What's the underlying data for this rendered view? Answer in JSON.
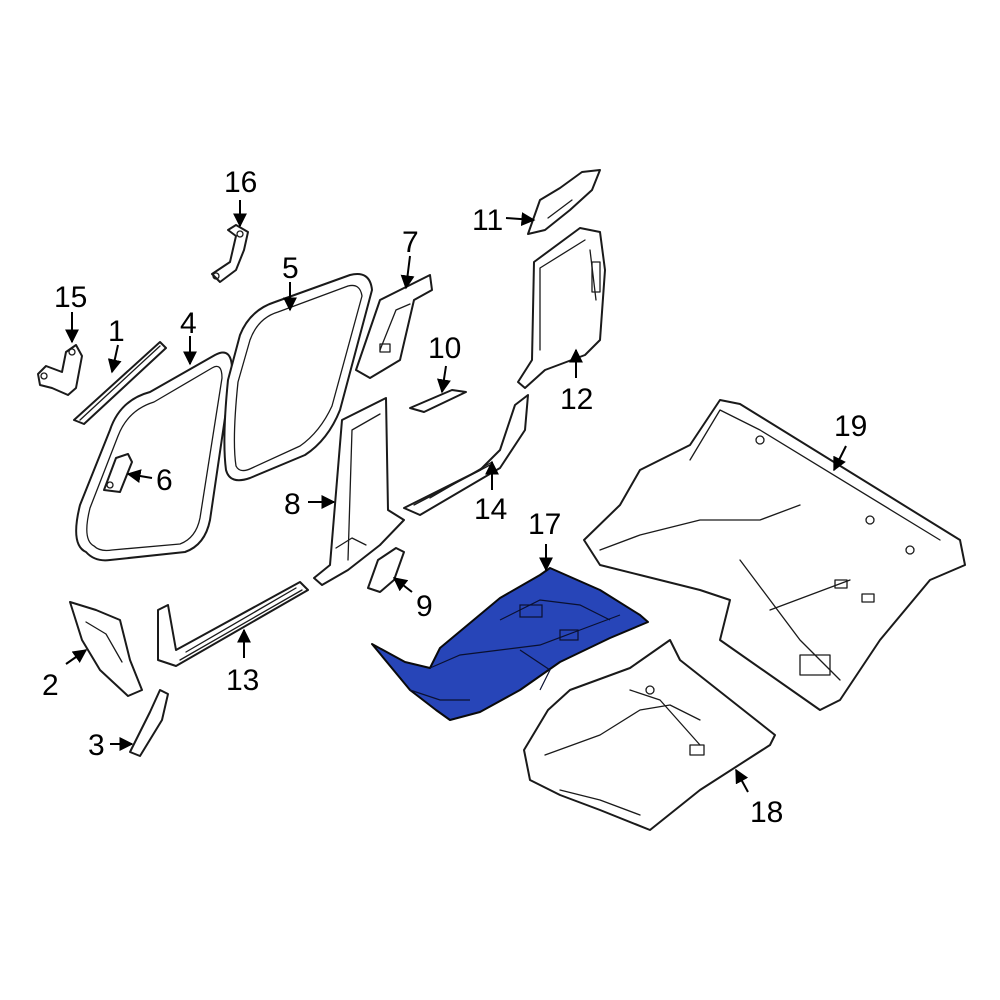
{
  "diagram": {
    "highlight_color": "#2745b8",
    "highlighted_part": "17",
    "callouts": [
      {
        "id": "c1",
        "label": "1"
      },
      {
        "id": "c2",
        "label": "2"
      },
      {
        "id": "c3",
        "label": "3"
      },
      {
        "id": "c4",
        "label": "4"
      },
      {
        "id": "c5",
        "label": "5"
      },
      {
        "id": "c6",
        "label": "6"
      },
      {
        "id": "c7",
        "label": "7"
      },
      {
        "id": "c8",
        "label": "8"
      },
      {
        "id": "c9",
        "label": "9"
      },
      {
        "id": "c10",
        "label": "10"
      },
      {
        "id": "c11",
        "label": "11"
      },
      {
        "id": "c12",
        "label": "12"
      },
      {
        "id": "c13",
        "label": "13"
      },
      {
        "id": "c14",
        "label": "14"
      },
      {
        "id": "c15",
        "label": "15"
      },
      {
        "id": "c16",
        "label": "16"
      },
      {
        "id": "c17",
        "label": "17"
      },
      {
        "id": "c18",
        "label": "18"
      },
      {
        "id": "c19",
        "label": "19"
      }
    ]
  }
}
